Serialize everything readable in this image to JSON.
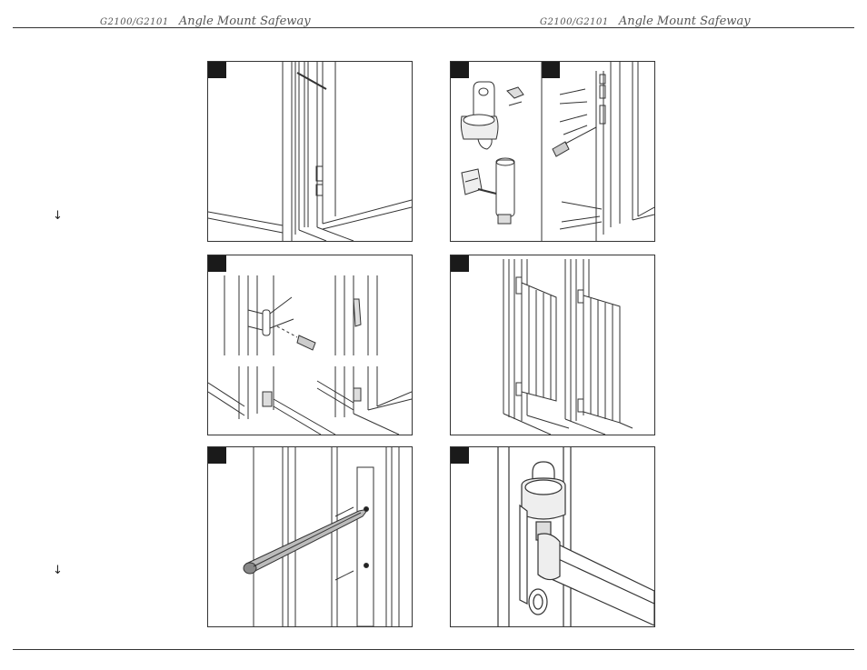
{
  "header": {
    "left": {
      "model": "G2100/G2101",
      "title": "Angle Mount Safeway"
    },
    "right": {
      "model": "G2100/G2101",
      "title": "Angle Mount Safeway"
    }
  },
  "margin_arrows": [
    "↓",
    "↓"
  ],
  "figures": [
    {
      "id": "fig-a",
      "depicts": "gate-frame-doorway"
    },
    {
      "id": "fig-b",
      "depicts": "hinge-parts-assembly"
    },
    {
      "id": "fig-c",
      "depicts": "hinge-screw-install"
    },
    {
      "id": "fig-d",
      "depicts": "mounting-bracket-install"
    },
    {
      "id": "fig-e",
      "depicts": "gate-installed-two-views"
    },
    {
      "id": "fig-f",
      "depicts": "pencil-marking-holes"
    },
    {
      "id": "fig-g",
      "depicts": "hinge-closeup"
    }
  ]
}
